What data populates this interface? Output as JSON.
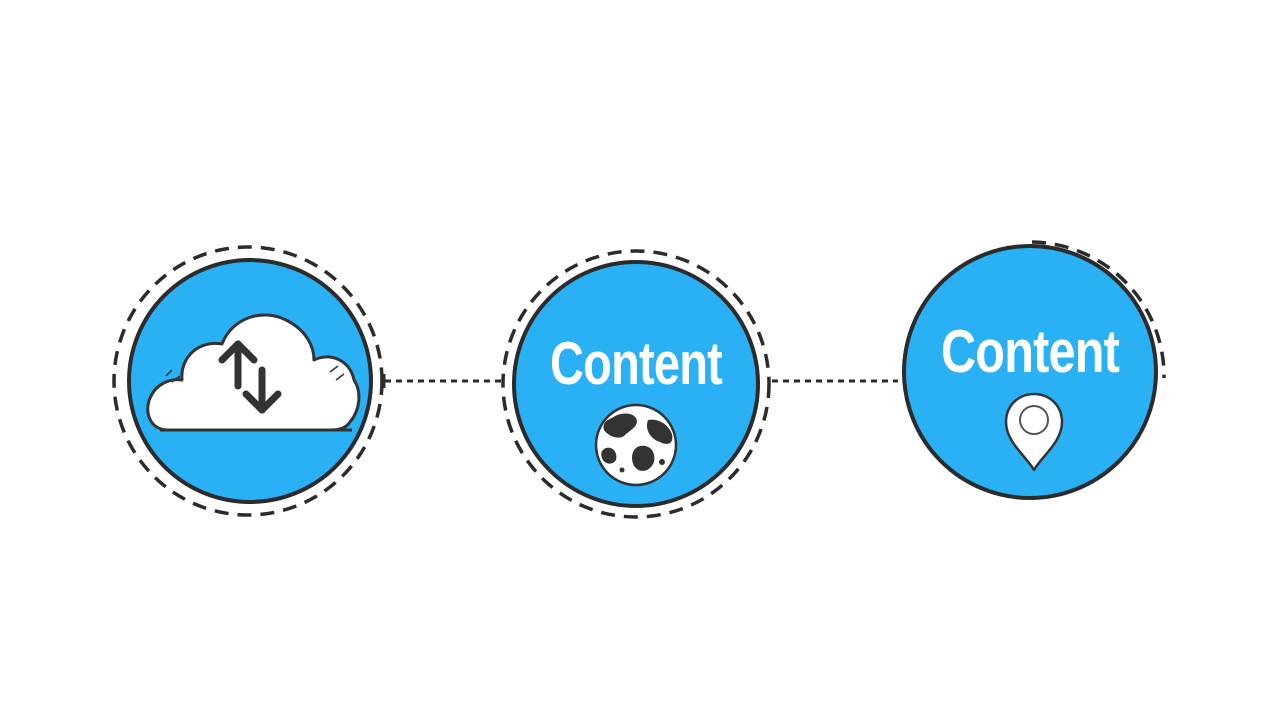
{
  "colors": {
    "circle_fill": "#29b0f5",
    "outline": "#2b2b2b",
    "icon_fill": "#ffffff",
    "icon_dark": "#333333",
    "background": "#ffffff"
  },
  "nodes": [
    {
      "label": "",
      "icon": "cloud-sync-icon"
    },
    {
      "label": "Content",
      "icon": "globe-icon"
    },
    {
      "label": "Content",
      "icon": "map-pin-icon"
    }
  ],
  "connectors": [
    {
      "from": 0,
      "to": 1,
      "style": "dashed"
    },
    {
      "from": 1,
      "to": 2,
      "style": "dashed"
    }
  ]
}
